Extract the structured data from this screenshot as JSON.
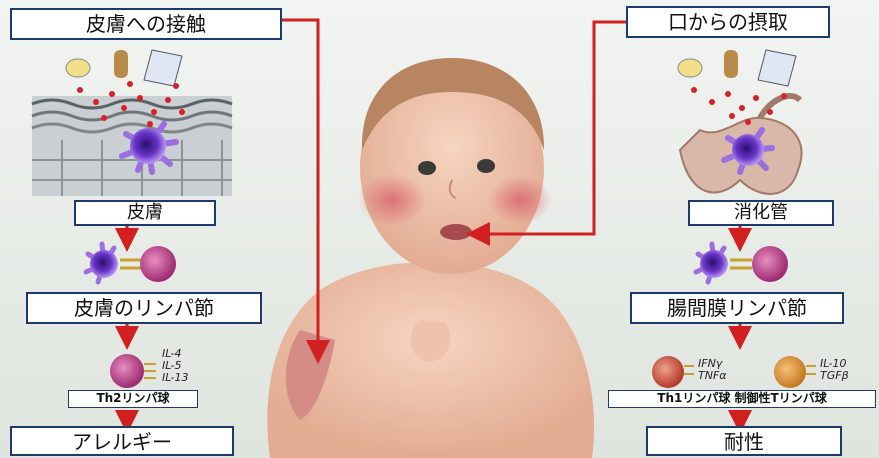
{
  "left": {
    "heading": "皮膚への接触",
    "organ": "皮膚",
    "node": "皮膚のリンパ節",
    "cytokines": [
      "IL-4",
      "IL-5",
      "IL-13"
    ],
    "cell": "Th2リンパ球",
    "outcome": "アレルギー"
  },
  "right": {
    "heading": "口からの摂取",
    "organ": "消化管",
    "node": "腸間膜リンパ節",
    "cytokines_a": [
      "IFNγ",
      "TNFα"
    ],
    "cytokines_b": [
      "IL-10",
      "TGFβ"
    ],
    "cell": "Th1リンパ球  制御性Tリンパ球",
    "outcome": "耐性"
  },
  "colors": {
    "arrow": "#d21f1f",
    "label_border": "#1c3a6b",
    "dendritic_cell": "#7a3cc8",
    "lymphocyte": "#b0307c"
  }
}
